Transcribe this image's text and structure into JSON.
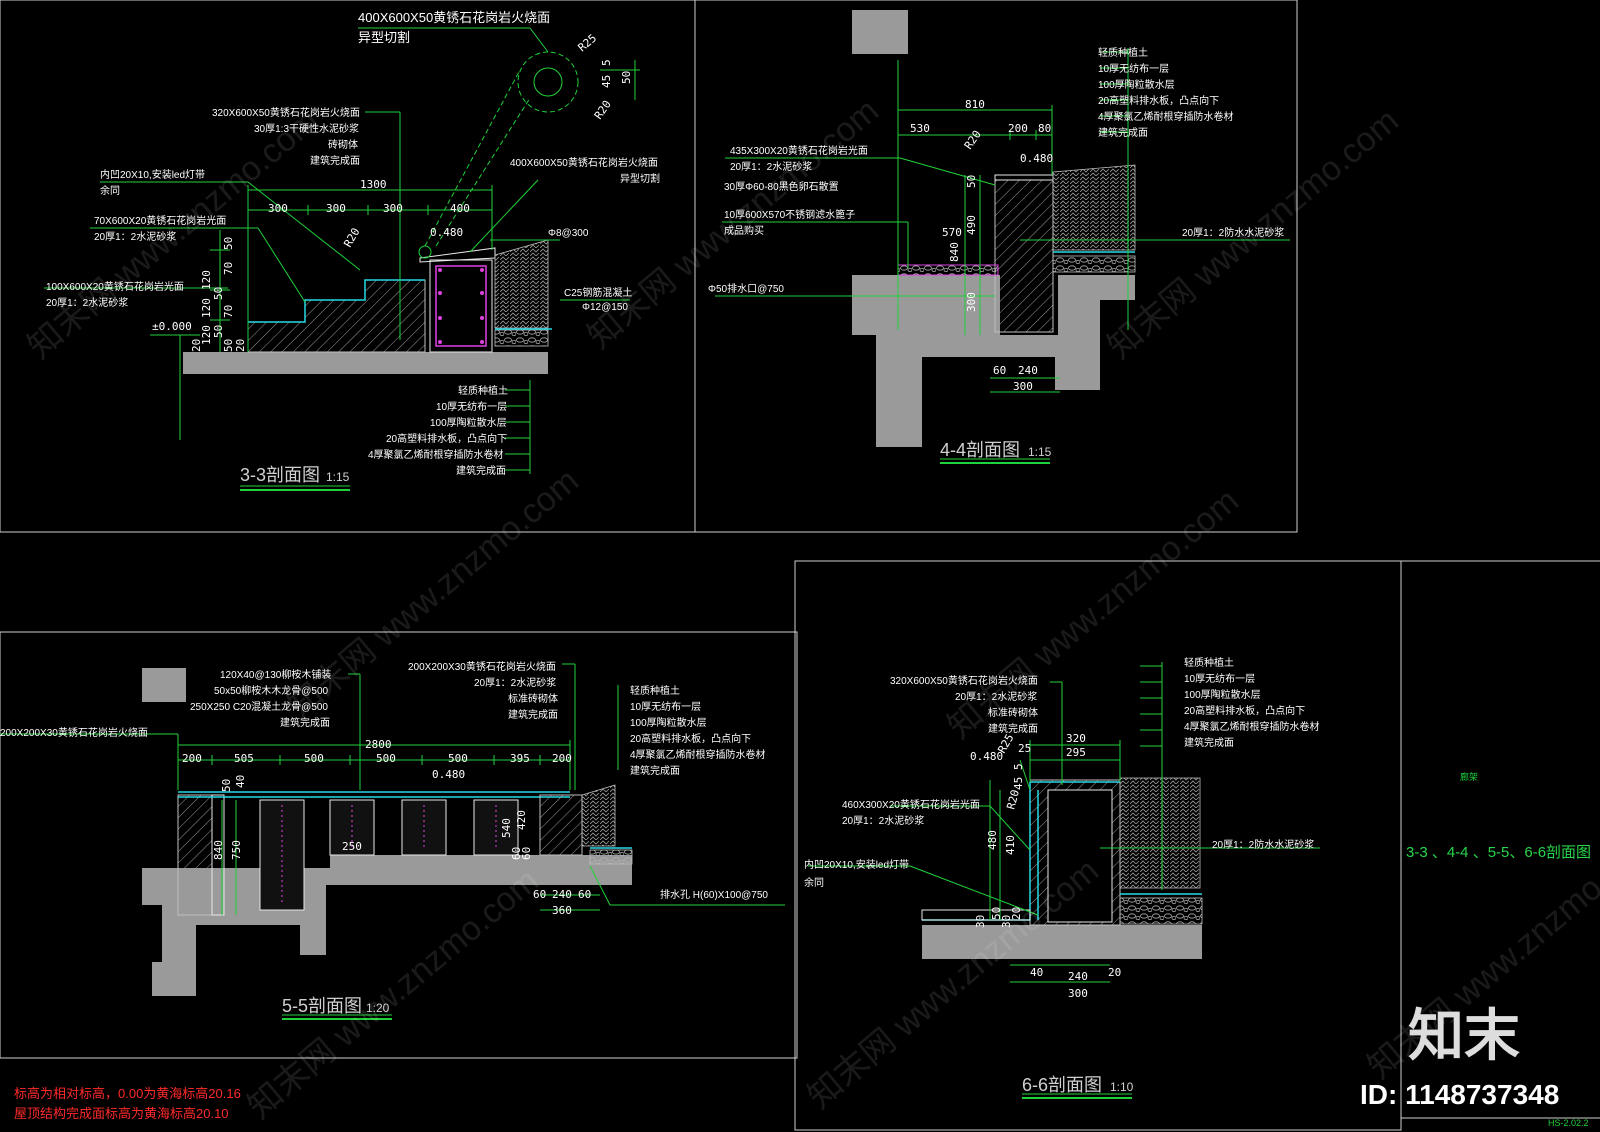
{
  "section_33": {
    "callout_top": [
      "400X600X50黄锈石花岗岩火烧面",
      "异型切割"
    ],
    "r_labels": [
      "R25",
      "R20",
      "R20"
    ],
    "small_dims": [
      "45",
      "5",
      "50"
    ],
    "left_callouts": [
      "320X600X50黄锈石花岗岩火烧面",
      "30厚1:3干硬性水泥砂浆",
      "砖砌体",
      "建筑完成面"
    ],
    "led_callout": [
      "内凹20X10,安装led灯带",
      "余同"
    ],
    "dim_total": "1300",
    "dim_parts": [
      "300",
      "300",
      "300",
      "400"
    ],
    "right_callout": [
      "400X600X50黄锈石花岗岩火烧面",
      "异型切割"
    ],
    "step_callout": [
      "70X600X20黄锈石花岗岩光面",
      "20厚1：2水泥砂浆"
    ],
    "elev": "0.480",
    "rebar1": "Φ8@300",
    "concrete": [
      "C25钢筋混凝土",
      "Φ12@150"
    ],
    "riser_callout": [
      "100X600X20黄锈石花岗岩光面",
      "20厚1：2水泥砂浆"
    ],
    "zero": "±0.000",
    "vdims": [
      "50",
      "120",
      "70",
      "120",
      "50",
      "120",
      "70",
      "50",
      "20",
      "20",
      "50"
    ],
    "bottom_callouts": [
      "轻质种植土",
      "10厚无纺布一层",
      "100厚陶粒散水层",
      "20高塑料排水板，凸点向下",
      "4厚聚氯乙烯耐根穿插防水卷材",
      "建筑完成面"
    ],
    "title": "3-3剖面图",
    "scale": "1:15"
  },
  "section_44": {
    "top_callouts": [
      "轻质种植土",
      "10厚无纺布一层",
      "100厚陶粒散水层",
      "20高塑料排水板，凸点向下",
      "4厚聚氯乙烯耐根穿插防水卷材",
      "建筑完成面"
    ],
    "dim_810": "810",
    "dims_row2": [
      "530",
      "200",
      "80"
    ],
    "r20": "R20",
    "elev": "0.480",
    "left_callouts": [
      "435X300X20黄锈石花岗岩光面",
      "20厚1：2水泥砂浆",
      "30厚Φ60-80黑色卵石散置",
      "10厚600X570不锈钢滤水篦子",
      "成品购买"
    ],
    "drain": "Φ50排水口@750",
    "vdims": [
      "50",
      "570",
      "490",
      "840",
      "300"
    ],
    "waterproof": "20厚1：2防水水泥砂浆",
    "bottom_dims": [
      "60",
      "240",
      "300"
    ],
    "title": "4-4剖面图",
    "scale": "1:15"
  },
  "section_55": {
    "left_callouts": [
      "120X40@130柳桉木铺装",
      "50x50柳桉木木龙骨@500",
      "250X250 C20混凝土龙骨@500",
      "建筑完成面"
    ],
    "left_edge": "200X200X30黄锈石花岗岩火烧面",
    "mid_callouts": [
      "200X200X30黄锈石花岗岩火烧面",
      "20厚1：2水泥砂浆",
      "标准砖砌体",
      "建筑完成面"
    ],
    "right_callouts": [
      "轻质种植土",
      "10厚无纺布一层",
      "100厚陶粒散水层",
      "20高塑料排水板，凸点向下",
      "4厚聚氯乙烯耐根穿插防水卷材",
      "建筑完成面"
    ],
    "dim_total": "2800",
    "dim_parts": [
      "200",
      "505",
      "500",
      "500",
      "500",
      "395",
      "200"
    ],
    "elev": "0.480",
    "vdims": [
      "50",
      "40",
      "840",
      "750",
      "250",
      "420",
      "540",
      "60",
      "60"
    ],
    "drain": "排水孔 H(60)X100@750",
    "bottom_dims": [
      "60",
      "240",
      "60",
      "360"
    ],
    "title": "5-5剖面图",
    "scale": "1:20"
  },
  "section_66": {
    "left_callouts": [
      "320X600X50黄锈石花岗岩火烧面",
      "20厚1：2水泥砂浆",
      "标准砖砌体",
      "建筑完成面"
    ],
    "right_callouts": [
      "轻质种植土",
      "10厚无纺布一层",
      "100厚陶粒散水层",
      "20高塑料排水板，凸点向下",
      "4厚聚氯乙烯耐根穿插防水卷材",
      "建筑完成面"
    ],
    "dims_top": [
      "320",
      "295"
    ],
    "r_labels": [
      "R25",
      "R20"
    ],
    "small_dims": [
      "25",
      "45",
      "5"
    ],
    "elev": "0.480",
    "granite": [
      "460X300X20黄锈石花岗岩光面",
      "20厚1：2水泥砂浆"
    ],
    "waterproof": "20厚1：2防水水泥砂浆",
    "led": [
      "内凹20X10,安装led灯带",
      "余同"
    ],
    "vdims": [
      "480",
      "410",
      "50",
      "30",
      "30",
      "20"
    ],
    "bottom_dims": [
      "40",
      "240",
      "20",
      "300"
    ],
    "title": "6-6剖面图",
    "scale": "1:10"
  },
  "notes": [
    "标高为相对标高，0.00为黄海标高20.16",
    "屋顶结构完成面标高为黄海标高20.10"
  ],
  "sheet_title": "3-3 、4-4 、5-5、6-6剖面图",
  "tiny_label": "廊架",
  "sheet_no": "HS-2.02.2",
  "logo_text": "知末",
  "id_text": "ID: 1148737348",
  "watermark": "知末网 www.znzmo.com"
}
